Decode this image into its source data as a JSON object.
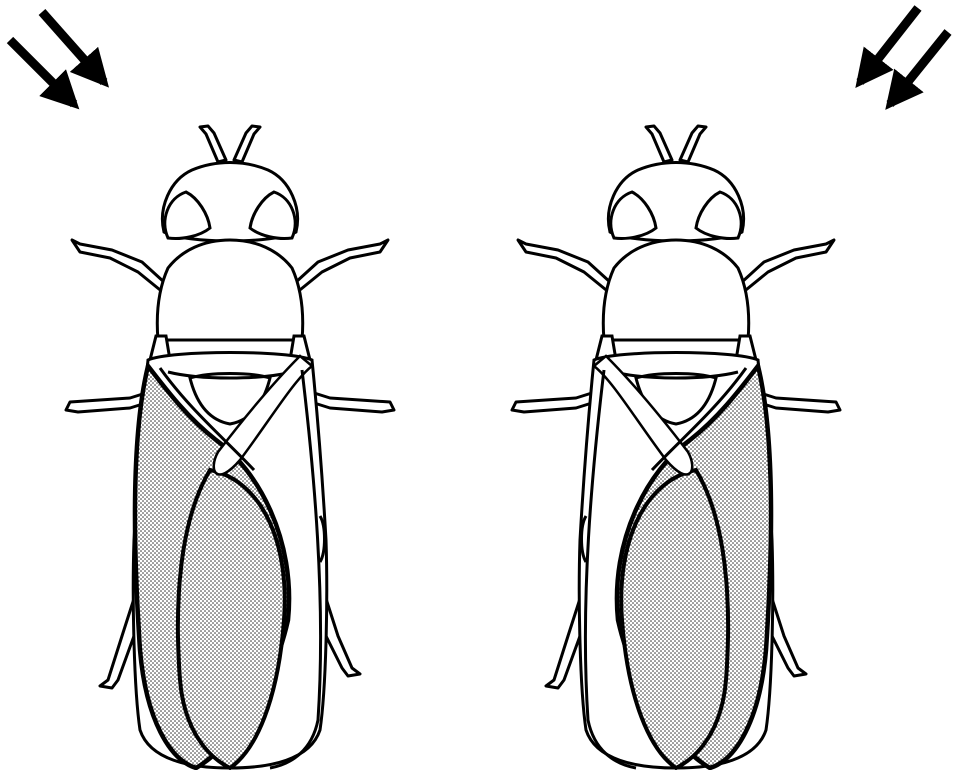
{
  "figure": {
    "panels": [
      {
        "name": "left",
        "light_direction": "upper-left",
        "highlighted_wing": "left"
      },
      {
        "name": "right",
        "light_direction": "upper-right",
        "highlighted_wing": "right"
      }
    ],
    "colors": {
      "ink": "#000000",
      "background": "#ffffff",
      "stipple_dot": "#222222"
    },
    "icons": [
      "arrow-icon",
      "fly-icon",
      "stipple-pattern"
    ]
  }
}
